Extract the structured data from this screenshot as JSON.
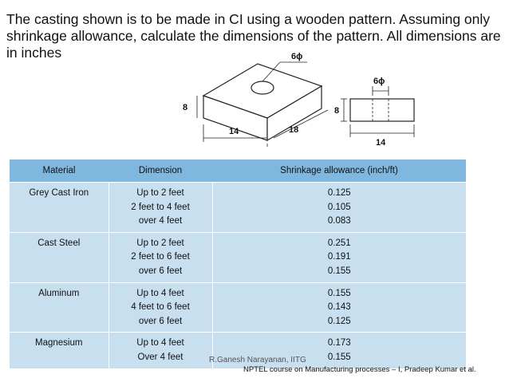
{
  "slide": {
    "question": "The casting shown is to be made in CI using a wooden pattern. Assuming only shrinkage allowance, calculate the dimensions of the pattern. All dimensions are in inches",
    "watermark": "R.Ganesh Narayanan, IITG",
    "credit": "NPTEL course on Manufacturing processes – I, Pradeep Kumar et al."
  },
  "figure": {
    "iso_hole_label": "6ϕ",
    "iso_height": "8",
    "iso_depth": "18",
    "iso_length": "14",
    "side_hole_label": "6ϕ",
    "side_height": "8",
    "side_length": "14"
  },
  "table": {
    "headers": [
      "Material",
      "Dimension",
      "Shrinkage allowance (inch/ft)"
    ],
    "rows": [
      {
        "material": "Grey Cast Iron",
        "dimensions": [
          "Up to 2 feet",
          "2 feet to 4 feet",
          "over 4 feet"
        ],
        "allowances": [
          "0.125",
          "0.105",
          "0.083"
        ]
      },
      {
        "material": "Cast Steel",
        "dimensions": [
          "Up to 2 feet",
          "2 feet to 6 feet",
          "over 6 feet"
        ],
        "allowances": [
          "0.251",
          "0.191",
          "0.155"
        ]
      },
      {
        "material": "Aluminum",
        "dimensions": [
          "Up to 4 feet",
          "4 feet to 6 feet",
          "over 6 feet"
        ],
        "allowances": [
          "0.155",
          "0.143",
          "0.125"
        ]
      },
      {
        "material": "Magnesium",
        "dimensions": [
          "Up to 4 feet",
          "Over 4 feet"
        ],
        "allowances": [
          "0.173",
          "0.155"
        ]
      }
    ]
  },
  "colors": {
    "header_bg": "#7fb7df",
    "row_bg": "#c8dff0"
  }
}
